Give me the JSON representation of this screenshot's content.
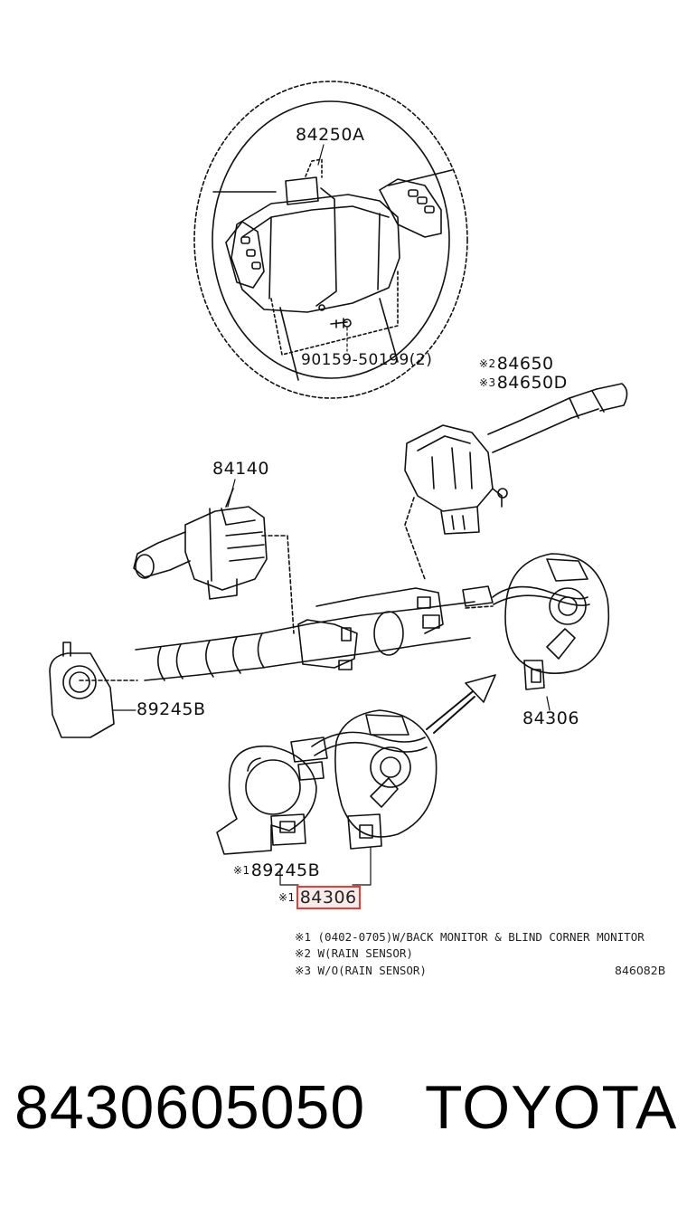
{
  "labels": {
    "airbag": "84250A",
    "screw": "90159-50199(2)",
    "wiper_sw_1": "84650",
    "wiper_sw_2": "84650D",
    "turn_sw": "84140",
    "cover": "89245B",
    "spiral_cable": "84306",
    "alt_cover": "89245B",
    "alt_spiral_cable": "84306"
  },
  "markers": {
    "m1": "※1",
    "m2": "※2",
    "m3": "※3"
  },
  "notes": [
    {
      "mark": "※1",
      "text": "(0402-0705)W/BACK MONITOR & BLIND CORNER MONITOR"
    },
    {
      "mark": "※2",
      "text": "W(RAIN SENSOR)"
    },
    {
      "mark": "※3",
      "text": "W/O(RAIN SENSOR)"
    }
  ],
  "diagram_ref": "846082B",
  "footer": {
    "part_number": "8430605050",
    "brand": "TOYOTA"
  }
}
